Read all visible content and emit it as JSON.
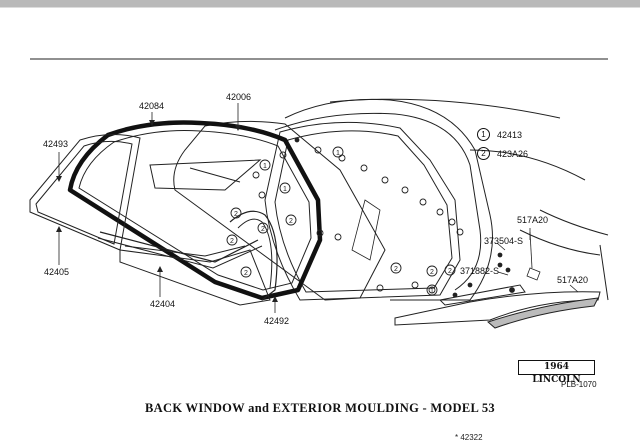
{
  "legend": [
    {
      "num": "1",
      "part": "42413"
    },
    {
      "num": "2",
      "part": "423A26"
    }
  ],
  "part_labels": {
    "p42084": "42084",
    "p42006": "42006",
    "p42493": "42493",
    "p42405": "42405",
    "p42404": "42404",
    "p42492": "42492",
    "p517A20_top": "517A20",
    "p373504S": "373504-S",
    "p371882S": "371882-S",
    "p517A20_right": "517A20"
  },
  "model_tag": "1964 LINCOLN",
  "plate_code": "PLB-1070",
  "caption": "BACK WINDOW and EXTERIOR MOULDING - MODEL 53",
  "cutoff_text": "* 42322"
}
